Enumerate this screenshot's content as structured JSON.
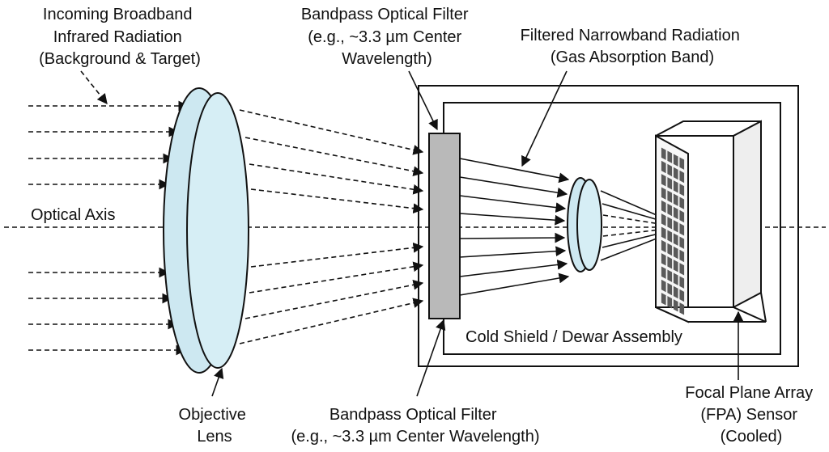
{
  "labels": {
    "incoming": [
      "Incoming Broadband",
      "Infrared Radiation",
      "(Background & Target)"
    ],
    "filter_top": [
      "Bandpass Optical Filter",
      "(e.g., ~3.3 µm Center",
      "Wavelength)"
    ],
    "filtered": [
      "Filtered Narrowband Radiation",
      "(Gas Absorption Band)"
    ],
    "optical_axis": "Optical Axis",
    "cold_shield": "Cold Shield / Dewar Assembly",
    "objective": [
      "Objective",
      "Lens"
    ],
    "filter_bottom": [
      "Bandpass Optical Filter",
      "(e.g., ~3.3 µm Center Wavelength)"
    ],
    "fpa": [
      "Focal Plane Array",
      "(FPA) Sensor",
      "(Cooled)"
    ]
  },
  "colors": {
    "lens_fill": "#cde8f1",
    "filter_fill": "#b9b9b9",
    "fpa_grid": "#5a5a5a",
    "fpa_face": "#f7f7f7",
    "fpa_side": "#eeeeee",
    "line": "#111111"
  }
}
